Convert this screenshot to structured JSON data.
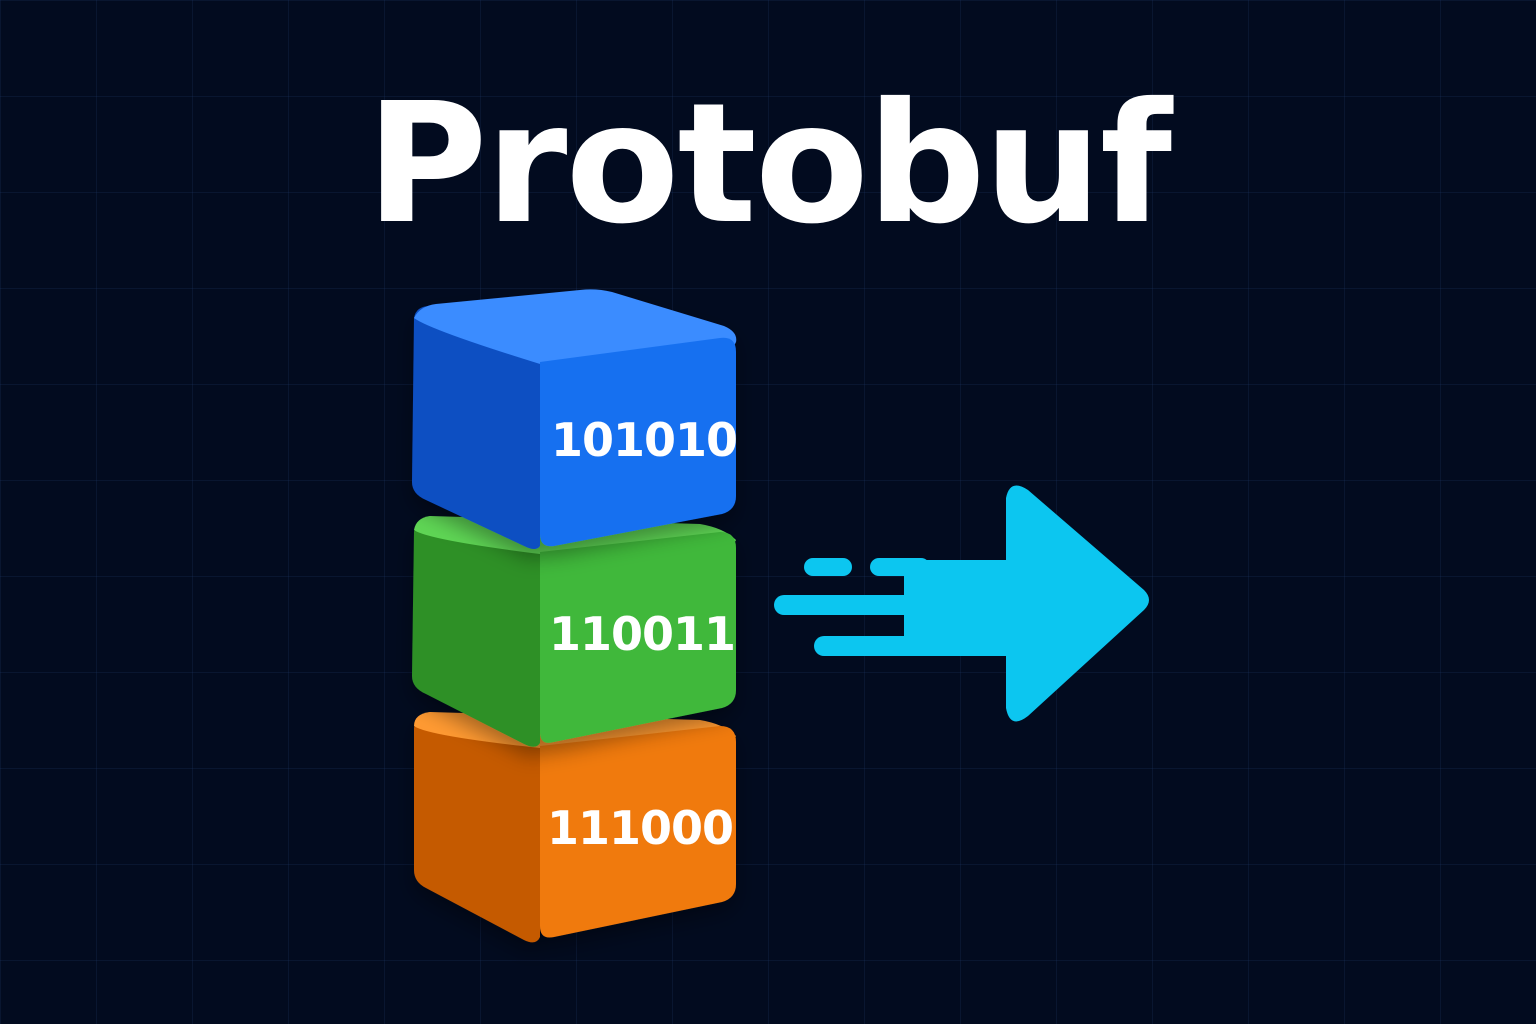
{
  "title": "Protobuf",
  "blocks": [
    {
      "label": "101010",
      "color": "#1670f0"
    },
    {
      "label": "110011",
      "color": "#3fb83a"
    },
    {
      "label": "111000",
      "color": "#f07a10"
    }
  ],
  "arrow": {
    "icon": "arrow-right-icon",
    "color": "#0cc6f0"
  },
  "colors": {
    "background": "#020b1f",
    "title": "#ffffff"
  }
}
